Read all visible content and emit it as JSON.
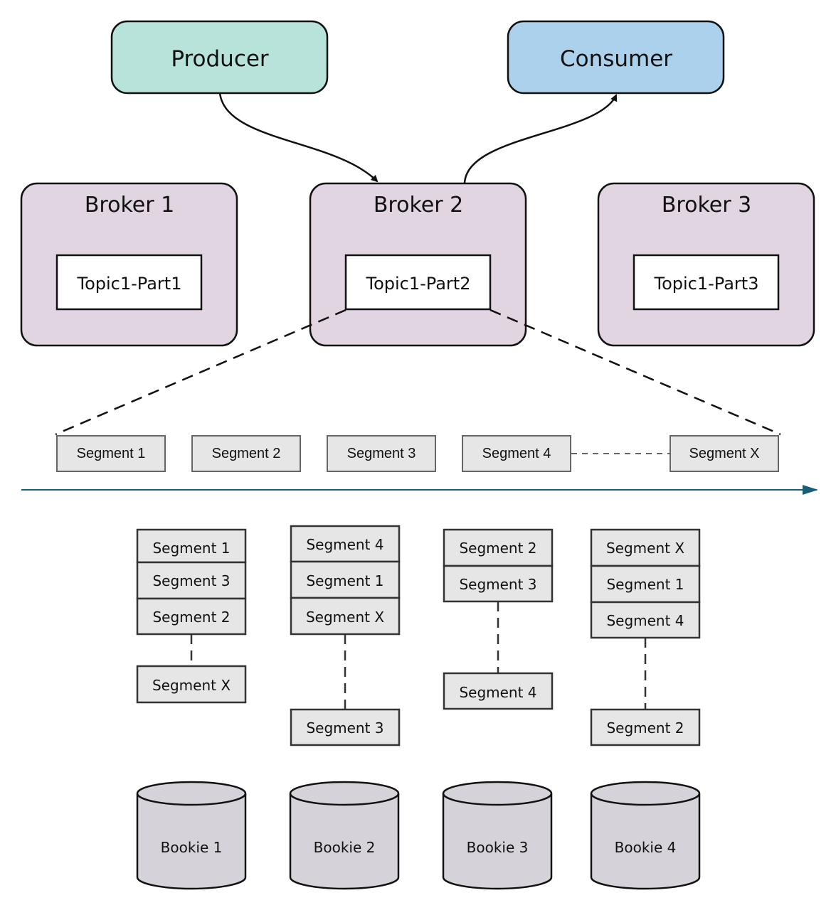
{
  "producer": {
    "label": "Producer"
  },
  "consumer": {
    "label": "Consumer"
  },
  "brokers": [
    {
      "label": "Broker 1",
      "partition": "Topic1-Part1"
    },
    {
      "label": "Broker 2",
      "partition": "Topic1-Part2"
    },
    {
      "label": "Broker 3",
      "partition": "Topic1-Part3"
    }
  ],
  "timeline_segments": [
    "Segment 1",
    "Segment 2",
    "Segment 3",
    "Segment 4",
    "Segment X"
  ],
  "bookies": [
    {
      "label": "Bookie 1",
      "stack": [
        "Segment 1",
        "Segment 3",
        "Segment 2"
      ],
      "tail": "Segment X"
    },
    {
      "label": "Bookie 2",
      "stack": [
        "Segment 4",
        "Segment 1",
        "Segment X"
      ],
      "tail": "Segment 3"
    },
    {
      "label": "Bookie 3",
      "stack": [
        "Segment 2",
        "Segment 3"
      ],
      "tail": "Segment 4"
    },
    {
      "label": "Bookie 4",
      "stack": [
        "Segment X",
        "Segment 1",
        "Segment 4"
      ],
      "tail": "Segment 2"
    }
  ],
  "colors": {
    "producer": "#b8e3da",
    "consumer": "#acd1ec",
    "broker": "#e1d5e2",
    "segment": "#e6e6e6",
    "bookie": "#d6d2d9",
    "timeline": "#1a5e7a"
  }
}
